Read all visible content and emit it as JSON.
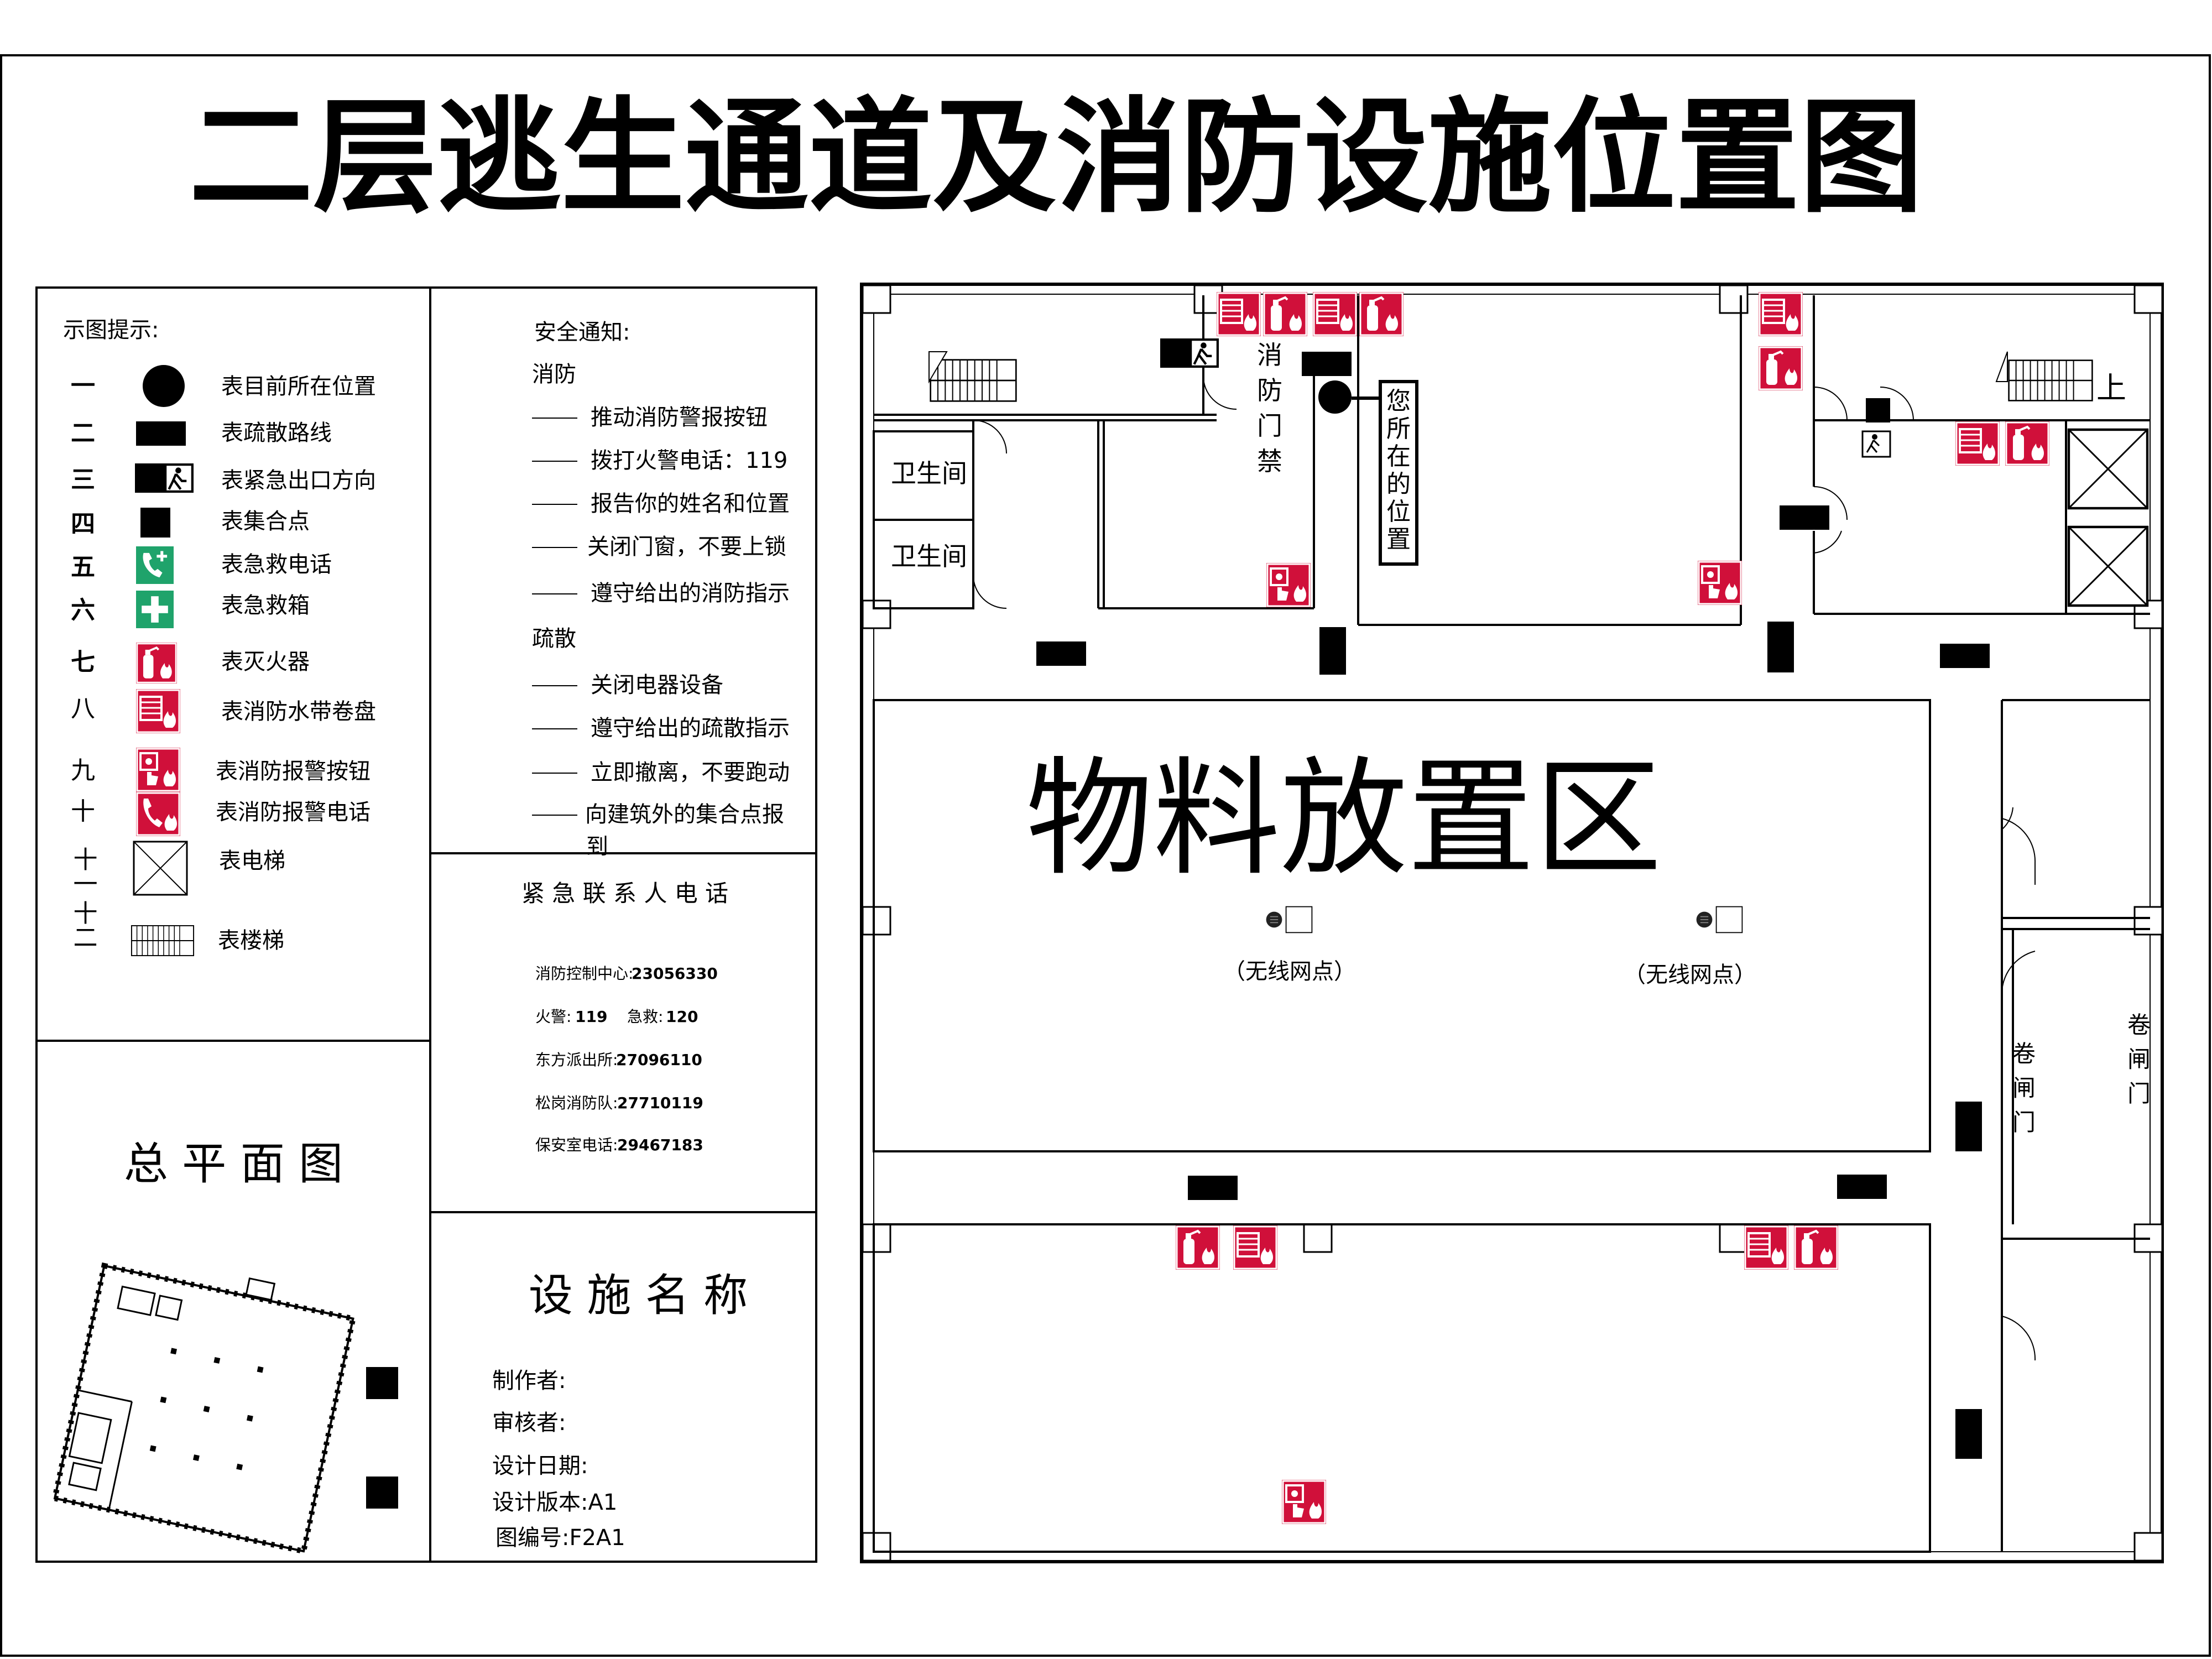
{
  "title": "二层逃生通道及消防设施位置图",
  "legend": {
    "header": "示图提示:",
    "items": [
      {
        "num": "一",
        "icon": "position-dot-icon",
        "label": "表目前所在位置"
      },
      {
        "num": "二",
        "icon": "evacuation-route-icon",
        "label": "表疏散路线"
      },
      {
        "num": "三",
        "icon": "emergency-exit-icon",
        "label": "表紧急出口方向"
      },
      {
        "num": "四",
        "icon": "assembly-point-icon",
        "label": "表集合点"
      },
      {
        "num": "五",
        "icon": "emergency-phone-icon",
        "label": "表急救电话"
      },
      {
        "num": "六",
        "icon": "first-aid-icon",
        "label": "表急救箱"
      },
      {
        "num": "七",
        "icon": "fire-extinguisher-icon",
        "label": "表灭火器"
      },
      {
        "num": "八",
        "icon": "fire-hose-reel-icon",
        "label": "表消防水带卷盘"
      },
      {
        "num": "九",
        "icon": "fire-alarm-button-icon",
        "label": "表消防报警按钮"
      },
      {
        "num": "十",
        "icon": "fire-alarm-phone-icon",
        "label": "表消防报警电话"
      },
      {
        "num": "十一",
        "icon": "elevator-icon",
        "label": "表电梯"
      },
      {
        "num": "十二",
        "icon": "stairs-icon",
        "label": "表楼梯"
      }
    ]
  },
  "notice": {
    "header": "安全通知:",
    "fire_header": "消防",
    "fire_items": [
      "推动消防警报按钮",
      "拨打火警电话：119",
      "报告你的姓名和位置",
      "关闭门窗，不要上锁",
      "遵守给出的消防指示"
    ],
    "evac_header": "疏散",
    "evac_items": [
      "关闭电器设备",
      "遵守给出的疏散指示",
      "立即撤离，不要跑动",
      "向建筑外的集合点报",
      "到"
    ]
  },
  "contacts": {
    "header": "紧 急 联 系 人 电 话",
    "rows": [
      {
        "label": "消防控制中心:",
        "value": "23056330"
      },
      {
        "label": "火警:",
        "value": "119",
        "label2": "急救:",
        "value2": "120"
      },
      {
        "label": "东方派出所:",
        "value": "27096110"
      },
      {
        "label": "松岗消防队:",
        "value": "27710119"
      },
      {
        "label": "保安室电话:",
        "value": "29467183"
      }
    ]
  },
  "overview": {
    "title": "总 平 面 图"
  },
  "facility": {
    "title": "设 施 名 称",
    "maker": "制作者:",
    "reviewer": "审核者:",
    "design_date": "设计日期:",
    "version": "设计版本:A1",
    "drawing_no": "图编号:F2A1"
  },
  "plan": {
    "area_label": "物料放置区",
    "toilet_1": "卫生间",
    "toilet_2": "卫生间",
    "access_control": [
      "消",
      "防",
      "门",
      "禁"
    ],
    "you_are_here": [
      "您",
      "所",
      "在",
      "的",
      "位",
      "置"
    ],
    "stair_up": "上",
    "roller_door_1": [
      "卷",
      "闸",
      "门"
    ],
    "roller_door_2": [
      "卷",
      "闸",
      "门"
    ],
    "wifi_1": "（无线网点）",
    "wifi_2": "（无线网点）"
  },
  "colors": {
    "safety_red": "#D0103A",
    "safety_green": "#1FA36B",
    "line": "#000000"
  }
}
